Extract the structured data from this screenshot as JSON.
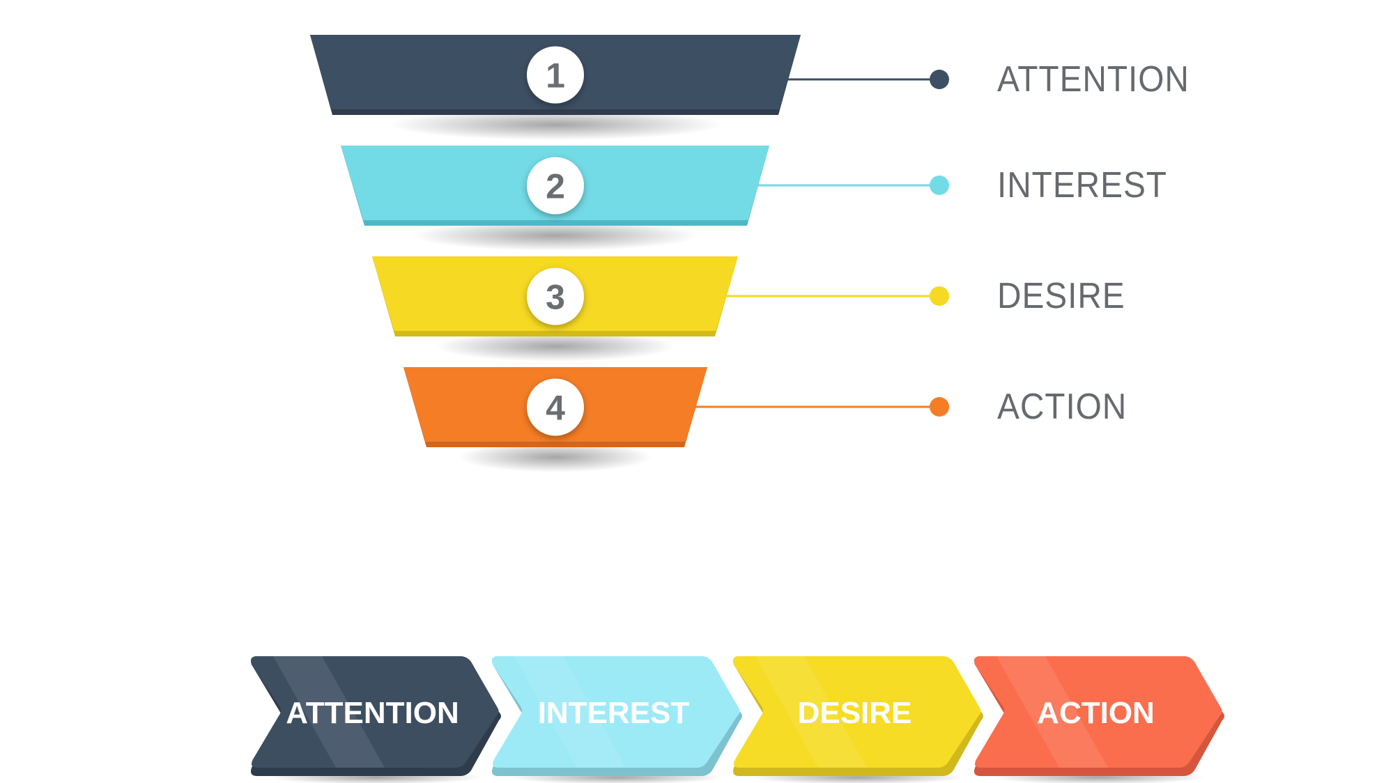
{
  "funnel": {
    "stages": [
      {
        "number": "1",
        "label": "ATTENTION",
        "color": "#3d4f63",
        "shade": "#2f3d4d"
      },
      {
        "number": "2",
        "label": "INTEREST",
        "color": "#72dbe6",
        "shade": "#4fb8c6"
      },
      {
        "number": "3",
        "label": "DESIRE",
        "color": "#f6d922",
        "shade": "#d4b91b"
      },
      {
        "number": "4",
        "label": "ACTION",
        "color": "#f57d25",
        "shade": "#d4651a"
      }
    ]
  },
  "process": {
    "steps": [
      {
        "label": "ATTENTION",
        "color": "#3d4e61",
        "shade": "#2f3c4c"
      },
      {
        "label": "INTEREST",
        "color": "#9deaf7",
        "shade": "#7cc2cf"
      },
      {
        "label": "DESIRE",
        "color": "#f6dc24",
        "shade": "#d1b81c"
      },
      {
        "label": "ACTION",
        "color": "#fa6e4e",
        "shade": "#d5563c"
      }
    ]
  }
}
